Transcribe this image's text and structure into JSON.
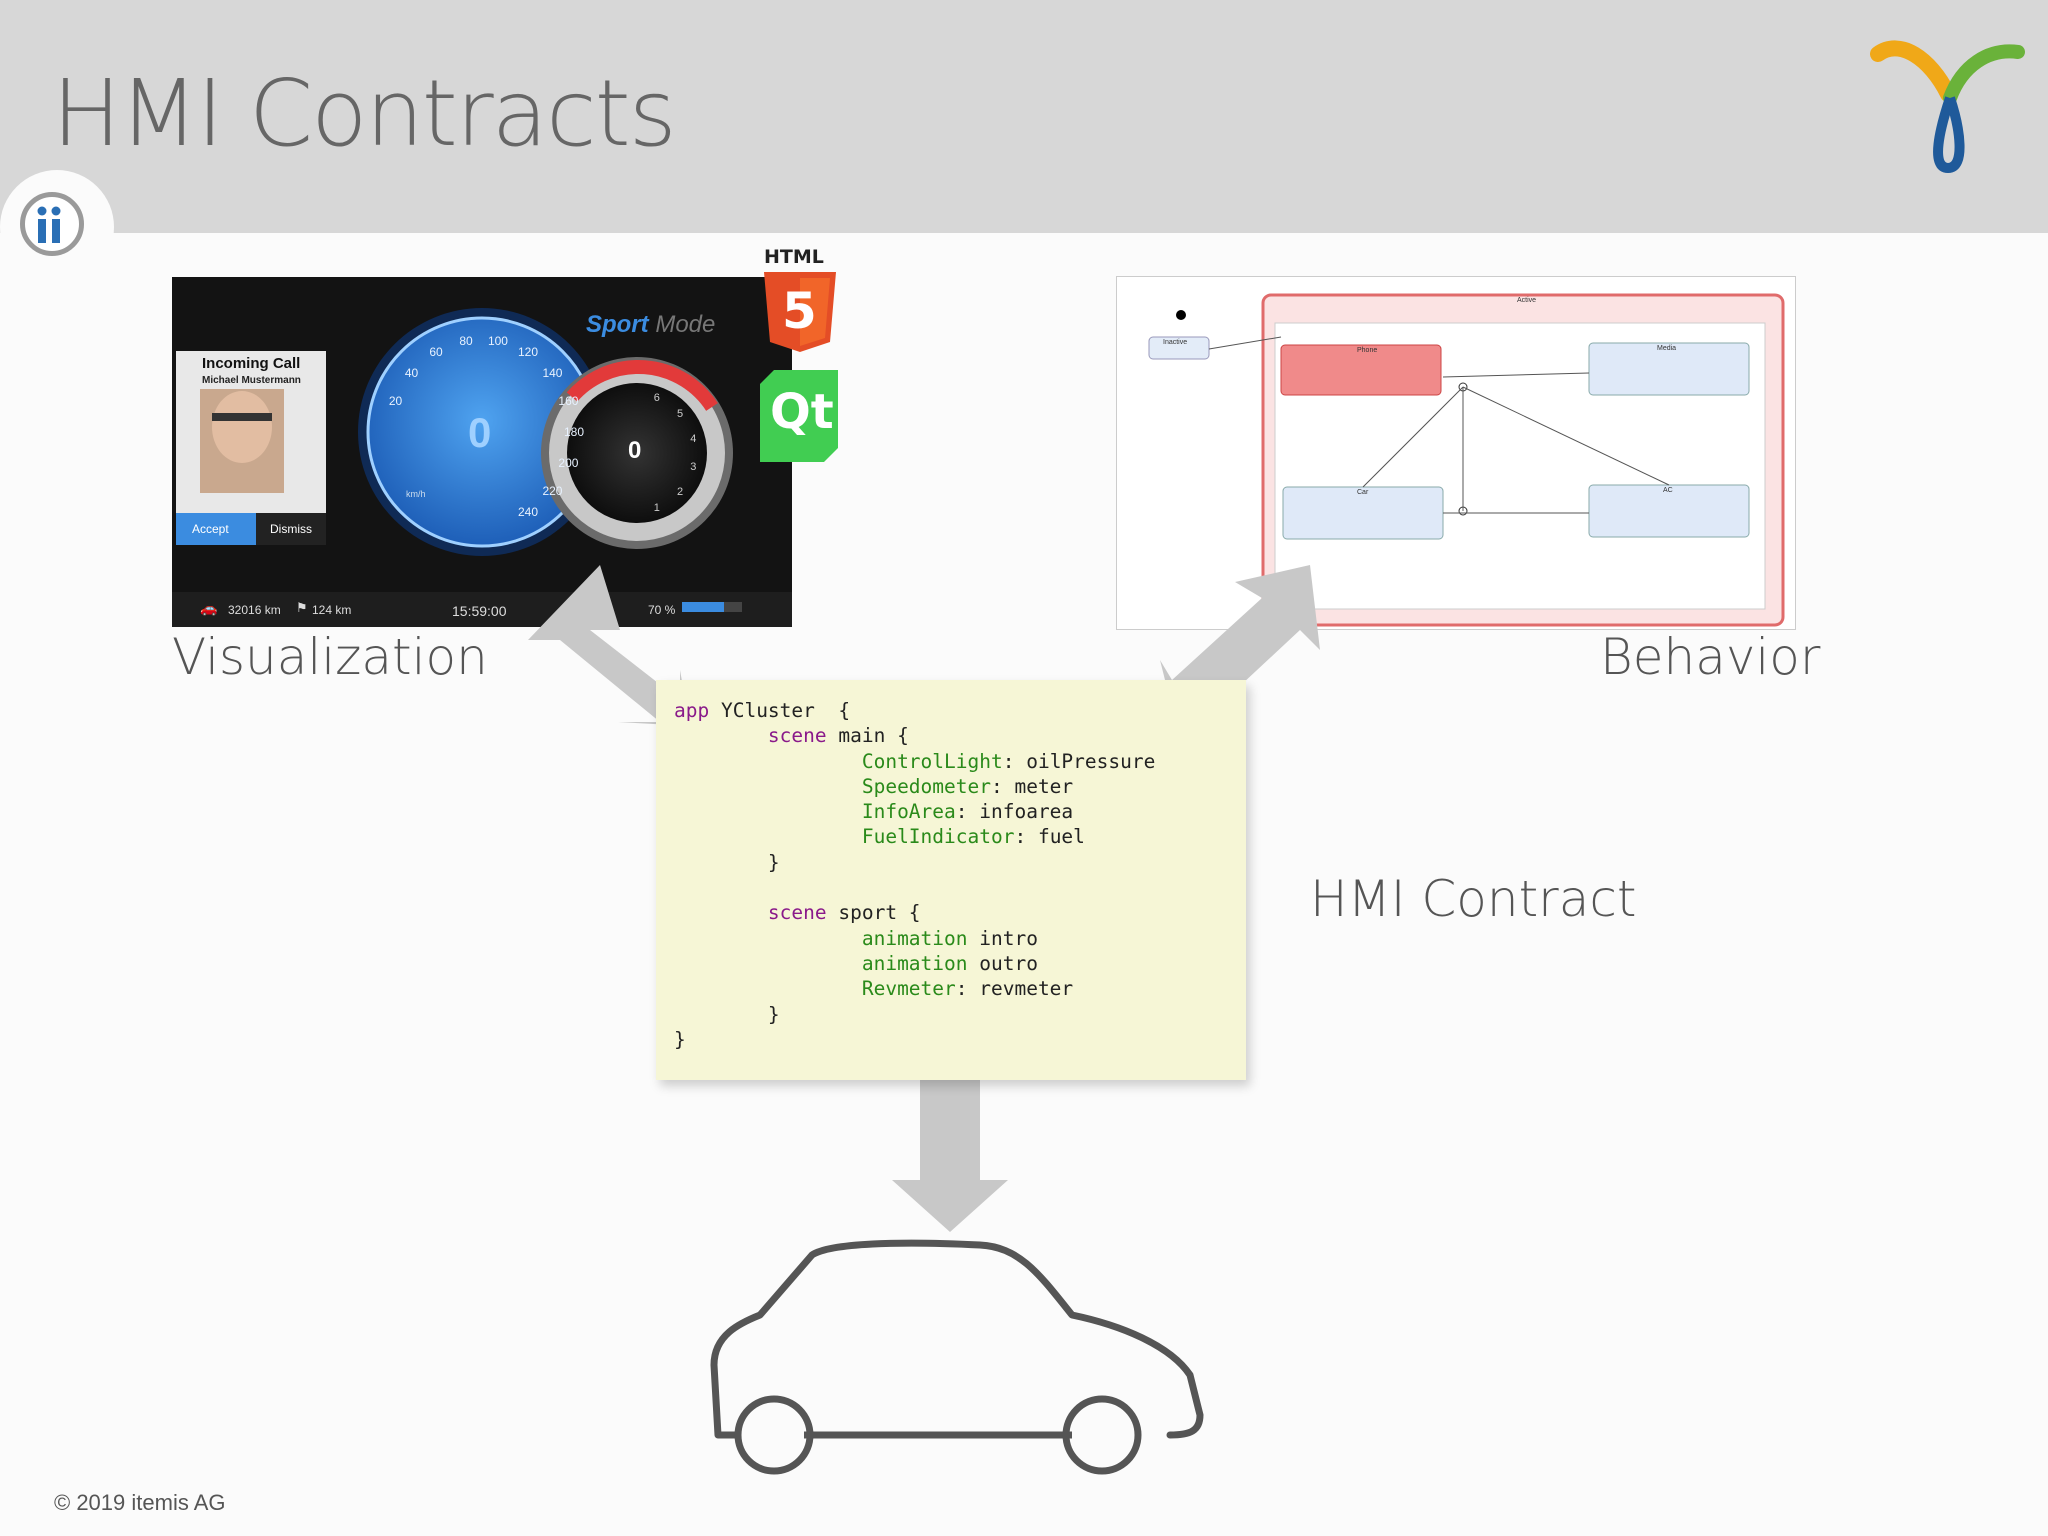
{
  "slide": {
    "title": "HMI Contracts",
    "copyright": "© 2019 itemis AG"
  },
  "captions": {
    "visualization": "Visualization",
    "behavior": "Behavior",
    "contract": "HMI Contract"
  },
  "visualization": {
    "incoming_call": "Incoming Call",
    "caller": "Michael Mustermann",
    "accept": "Accept",
    "dismiss": "Dismiss",
    "mode_sport": "Sport",
    "mode_label": "Mode",
    "speed_value": "0",
    "rpm_value": "0",
    "speed_ticks": [
      "20",
      "40",
      "60",
      "80",
      "100",
      "120",
      "140",
      "160",
      "180",
      "200",
      "220",
      "240"
    ],
    "rpm_ticks": [
      "1",
      "2",
      "3",
      "4",
      "5",
      "6"
    ],
    "speed_unit": "km/h",
    "odometer": "32016 km",
    "trip": "124 km",
    "clock": "15:59:00",
    "fuel": "70 %",
    "fuel_level": 0.7
  },
  "badges": {
    "html": "HTML",
    "html_number": "5",
    "qt": "Qt"
  },
  "code": {
    "lines": [
      {
        "kw": "app",
        "rest": " YCluster  {"
      },
      {
        "indent": "        ",
        "kw": "scene",
        "rest": " main {"
      },
      {
        "indent": "                ",
        "ty": "ControlLight",
        "rest": ": oilPressure"
      },
      {
        "indent": "                ",
        "ty": "Speedometer",
        "rest": ": meter"
      },
      {
        "indent": "                ",
        "ty": "InfoArea",
        "rest": ": infoarea"
      },
      {
        "indent": "                ",
        "ty": "FuelIndicator",
        "rest": ": fuel"
      },
      {
        "indent": "        ",
        "rest": "}"
      },
      {
        "rest": ""
      },
      {
        "indent": "        ",
        "kw": "scene",
        "rest": " sport {"
      },
      {
        "indent": "                ",
        "ty": "animation",
        "rest": " intro"
      },
      {
        "indent": "                ",
        "ty": "animation",
        "rest": " outro"
      },
      {
        "indent": "                ",
        "ty": "Revmeter",
        "rest": ": revmeter"
      },
      {
        "indent": "        ",
        "rest": "}"
      },
      {
        "rest": "}"
      }
    ]
  },
  "statechart": {
    "states": [
      "Active",
      "Phone",
      "Media",
      "Car",
      "AC",
      "Inactive"
    ]
  },
  "colors": {
    "header_bg": "#d7d7d7",
    "note_bg": "#f6f6d6",
    "arrow": "#c8c8c8",
    "keyword": "#8a1a8a",
    "type": "#2a8a1a",
    "gauge_blue": "#2f7fd8"
  }
}
